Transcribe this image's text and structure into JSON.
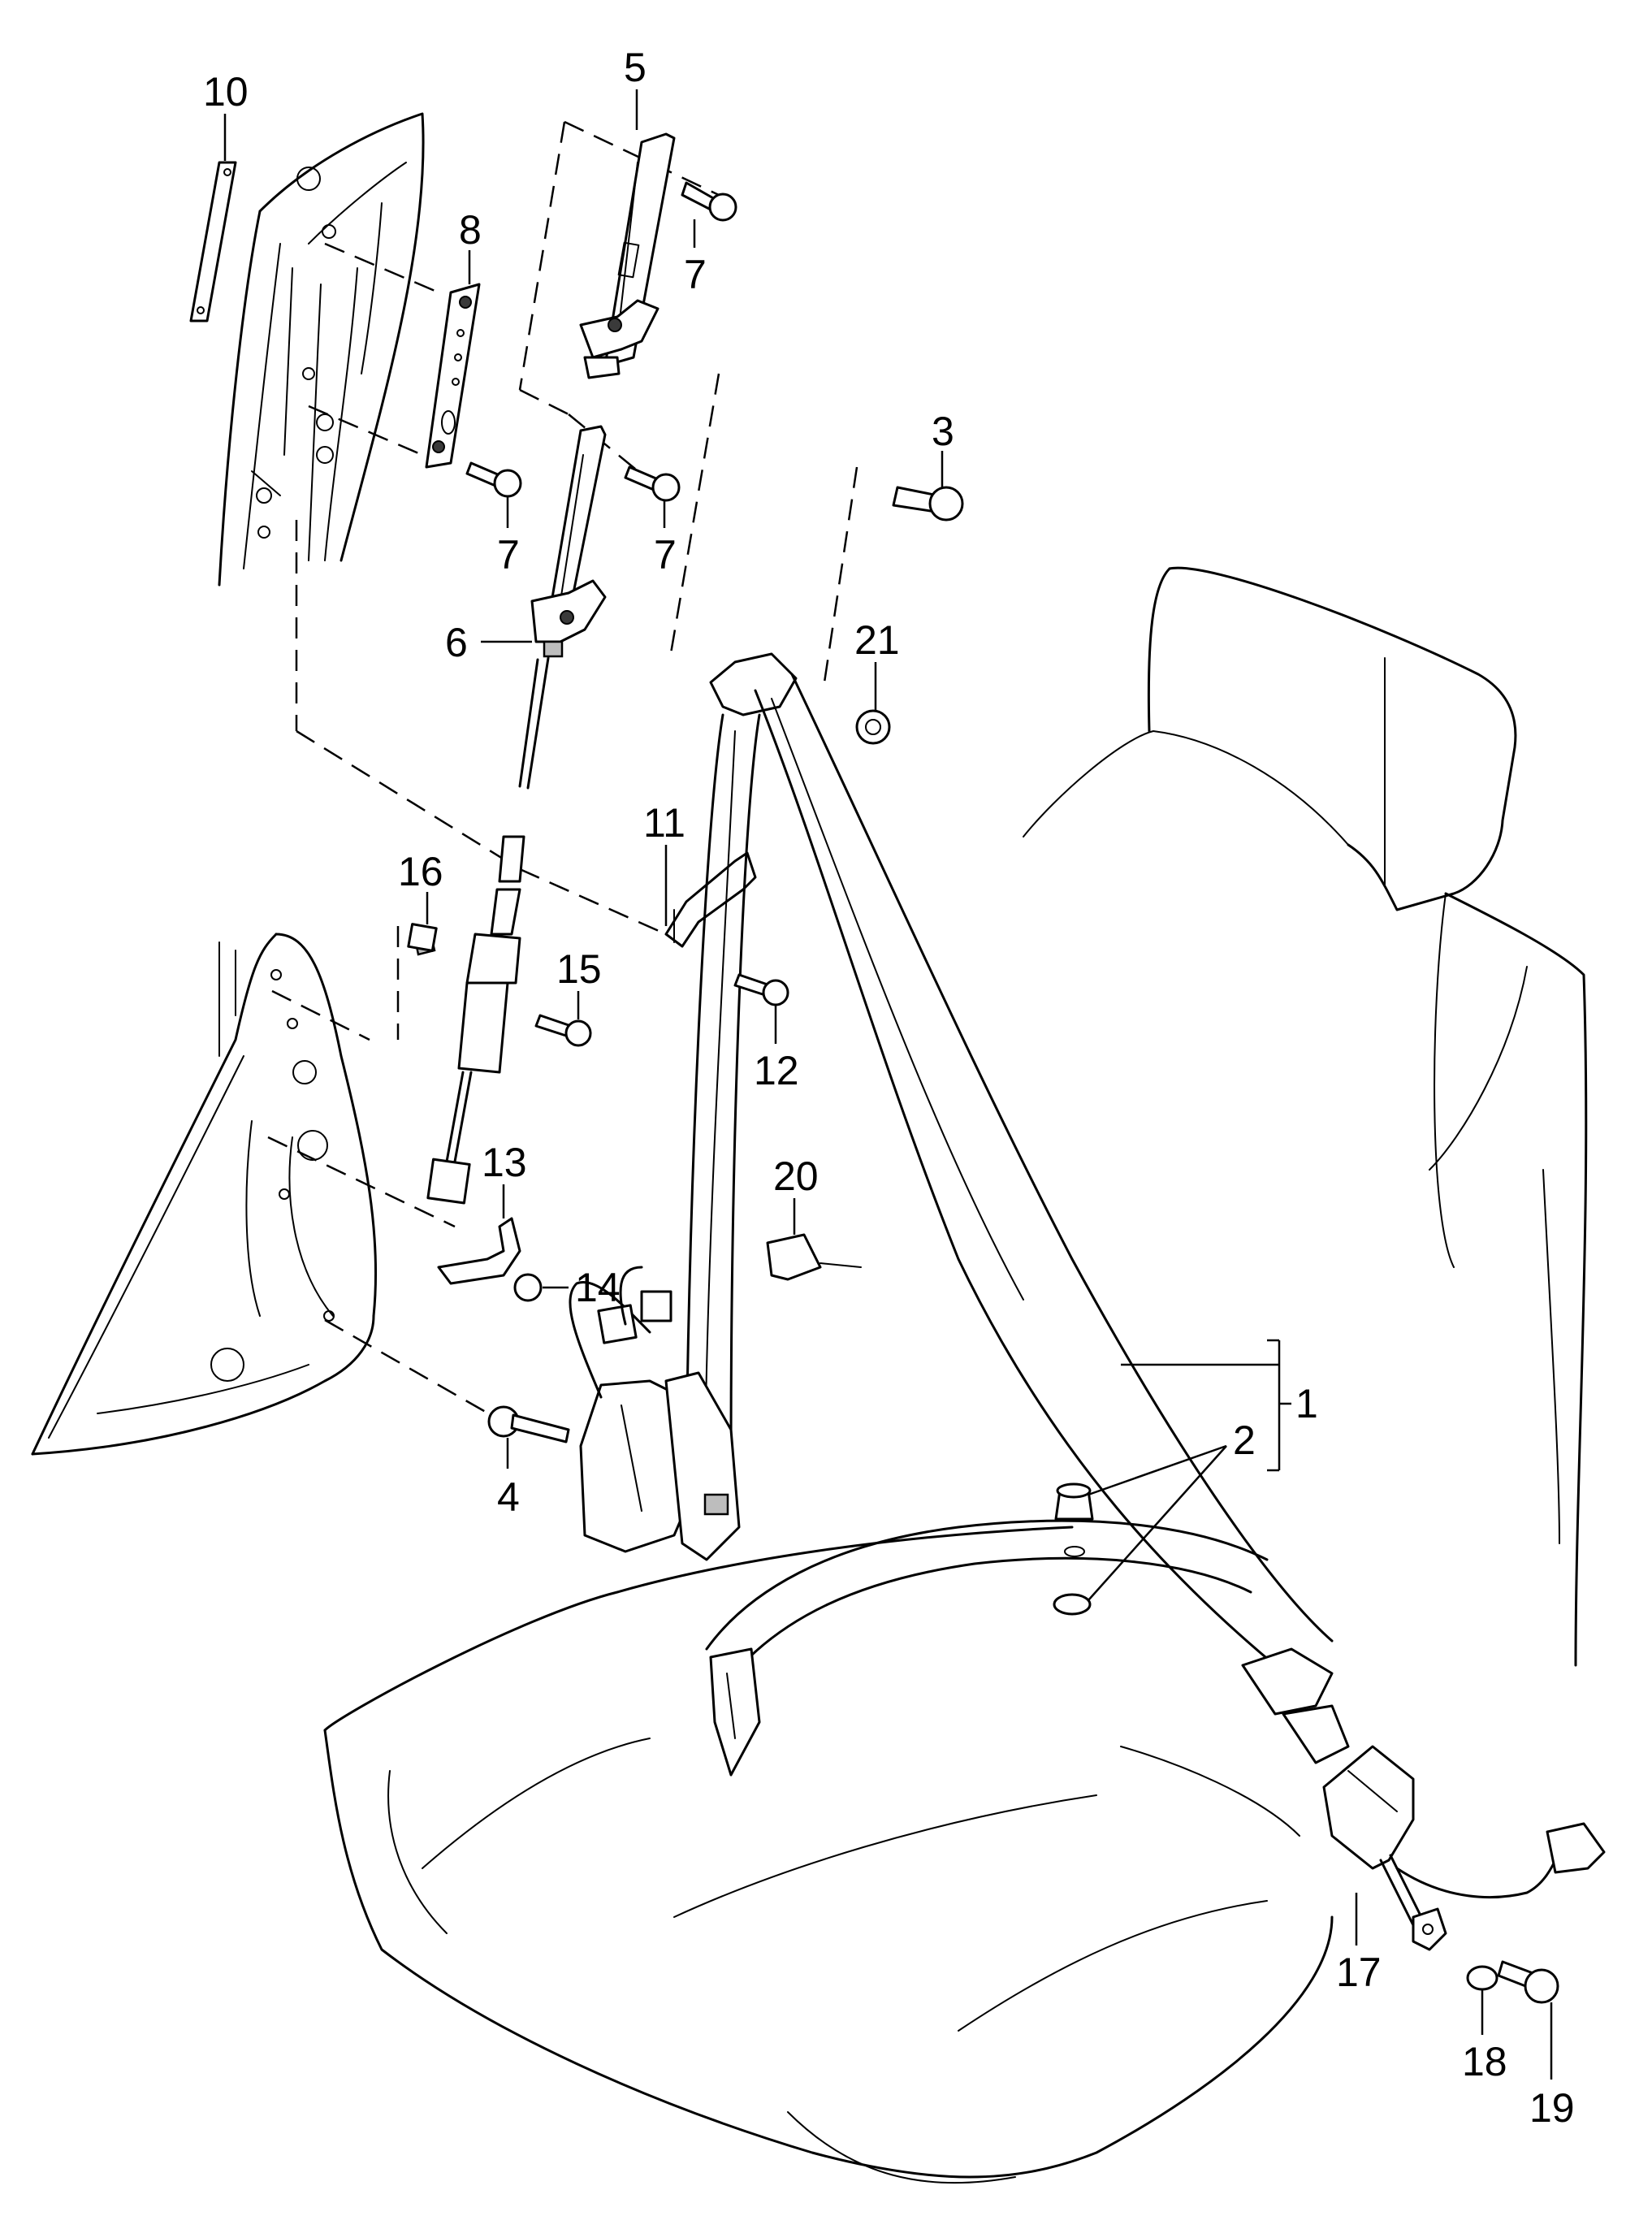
{
  "diagram": {
    "callouts": [
      {
        "id": "c1",
        "label": "1"
      },
      {
        "id": "c2",
        "label": "2"
      },
      {
        "id": "c3",
        "label": "3"
      },
      {
        "id": "c4",
        "label": "4"
      },
      {
        "id": "c5",
        "label": "5"
      },
      {
        "id": "c6",
        "label": "6"
      },
      {
        "id": "c7a",
        "label": "7"
      },
      {
        "id": "c7b",
        "label": "7"
      },
      {
        "id": "c7c",
        "label": "7"
      },
      {
        "id": "c8",
        "label": "8"
      },
      {
        "id": "c10",
        "label": "10"
      },
      {
        "id": "c11",
        "label": "11"
      },
      {
        "id": "c12",
        "label": "12"
      },
      {
        "id": "c13",
        "label": "13"
      },
      {
        "id": "c14",
        "label": "14"
      },
      {
        "id": "c15",
        "label": "15"
      },
      {
        "id": "c16",
        "label": "16"
      },
      {
        "id": "c17",
        "label": "17"
      },
      {
        "id": "c18",
        "label": "18"
      },
      {
        "id": "c19",
        "label": "19"
      },
      {
        "id": "c20",
        "label": "20"
      },
      {
        "id": "c21",
        "label": "21"
      }
    ]
  }
}
